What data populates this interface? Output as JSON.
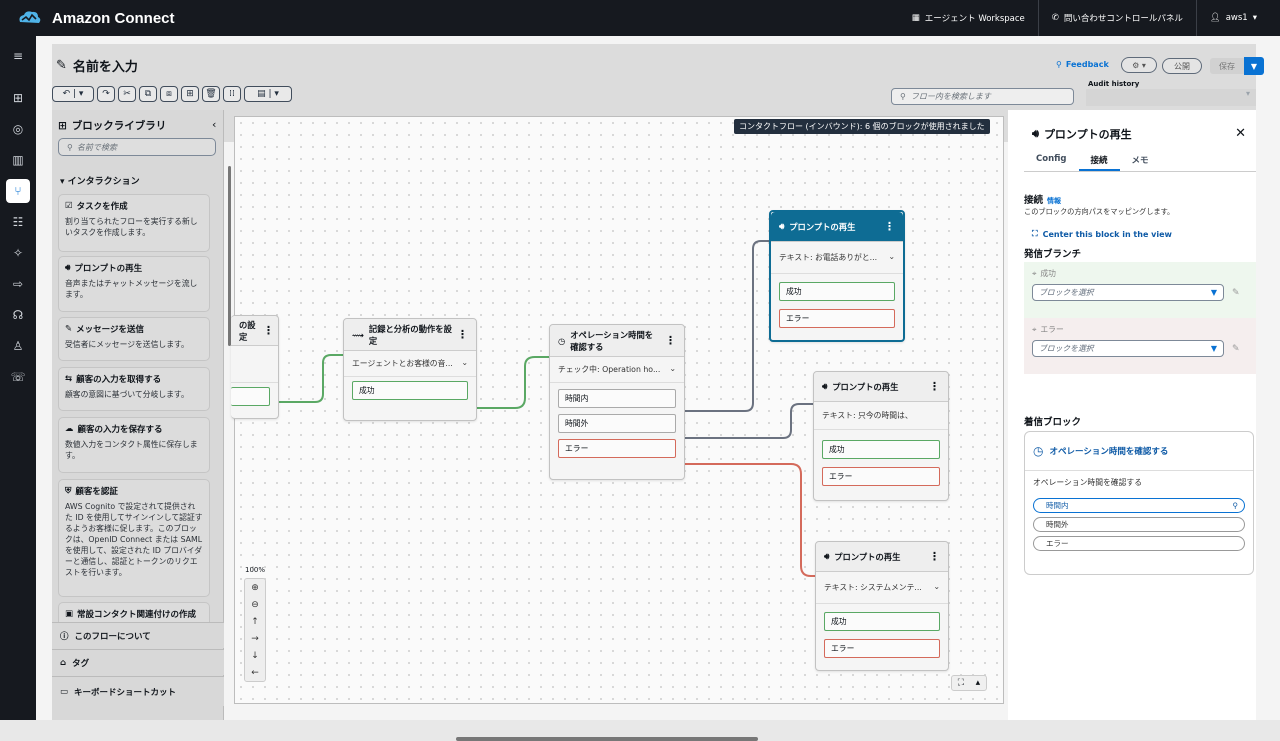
{
  "app": {
    "title": "Amazon Connect"
  },
  "topnav": {
    "workspace": "エージェント Workspace",
    "ccp": "問い合わせコントロールパネル",
    "user": "aws1"
  },
  "header": {
    "flow_name": "名前を入力",
    "feedback": "Feedback",
    "publish": "公開",
    "save": "保存",
    "search_placeholder": "フロー内を検索します",
    "audit_label": "Audit history"
  },
  "library": {
    "title": "ブロックライブラリ",
    "search_placeholder": "名前で検索",
    "category": "インタラクション",
    "cards": [
      {
        "title": "タスクを作成",
        "desc": "割り当てられたフローを実行する新しいタスクを作成します。"
      },
      {
        "title": "プロンプトの再生",
        "desc": "音声またはチャットメッセージを流します。"
      },
      {
        "title": "メッセージを送信",
        "desc": "受信者にメッセージを送信します。"
      },
      {
        "title": "顧客の入力を取得する",
        "desc": "顧客の意図に基づいて分岐します。"
      },
      {
        "title": "顧客の入力を保存する",
        "desc": "数値入力をコンタクト属性に保存します。"
      },
      {
        "title": "顧客を認証",
        "desc": "AWS Cognito で設定されて提供された ID を使用してサインインして認証するようお客様に促します。このブロックは、OpenID Connect または SAML を使用して、設定された ID プロバイダーと通信し、認証とトークンのリクエストを行います。"
      },
      {
        "title": "常設コンタクト関連付けの作成",
        "desc": ""
      }
    ],
    "footer": [
      "このフローについて",
      "タグ",
      "キーボードショートカット"
    ]
  },
  "canvas": {
    "banner": "コンタクトフロー (インバウンド): 6 個のブロックが使用されました",
    "zoom": "100%",
    "blocks": {
      "partial": {
        "title": "の設定"
      },
      "recording": {
        "title": "記録と分析の動作を設定",
        "select": "エージェントとお客様の音...",
        "ports": [
          "成功"
        ]
      },
      "hours": {
        "title": "オペレーション時間を確認する",
        "select": "チェック中: Operation ho...",
        "ports": [
          "時間内",
          "時間外",
          "エラー"
        ]
      },
      "prompt1": {
        "title": "プロンプトの再生",
        "select": "テキスト: お電話ありがと...",
        "ports": [
          "成功",
          "エラー"
        ]
      },
      "prompt2": {
        "title": "プロンプトの再生",
        "select": "テキスト: 只今の時間は、",
        "ports": [
          "成功",
          "エラー"
        ]
      },
      "prompt3": {
        "title": "プロンプトの再生",
        "select": "テキスト: システムメンテ...",
        "ports": [
          "成功",
          "エラー"
        ]
      }
    }
  },
  "panel": {
    "title": "プロンプトの再生",
    "tabs": [
      "Config",
      "接続",
      "メモ"
    ],
    "section1": "接続",
    "info": "情報",
    "section1_desc": "このブロックの方向パスをマッピングします。",
    "center_link": "Center this block in the view",
    "section2": "発信ブランチ",
    "success_label": "成功",
    "error_label": "エラー",
    "select_placeholder": "ブロックを選択",
    "section3": "着信ブロック",
    "incoming_title": "オペレーション時間を確認する",
    "incoming_label": "オペレーション時間を確認する",
    "incoming_ports": [
      "時間内",
      "時間外",
      "エラー"
    ]
  },
  "colors": {
    "accent": "#0972d3",
    "success": "#5aa864",
    "error": "#d46a5b",
    "line": "#6b7280"
  }
}
